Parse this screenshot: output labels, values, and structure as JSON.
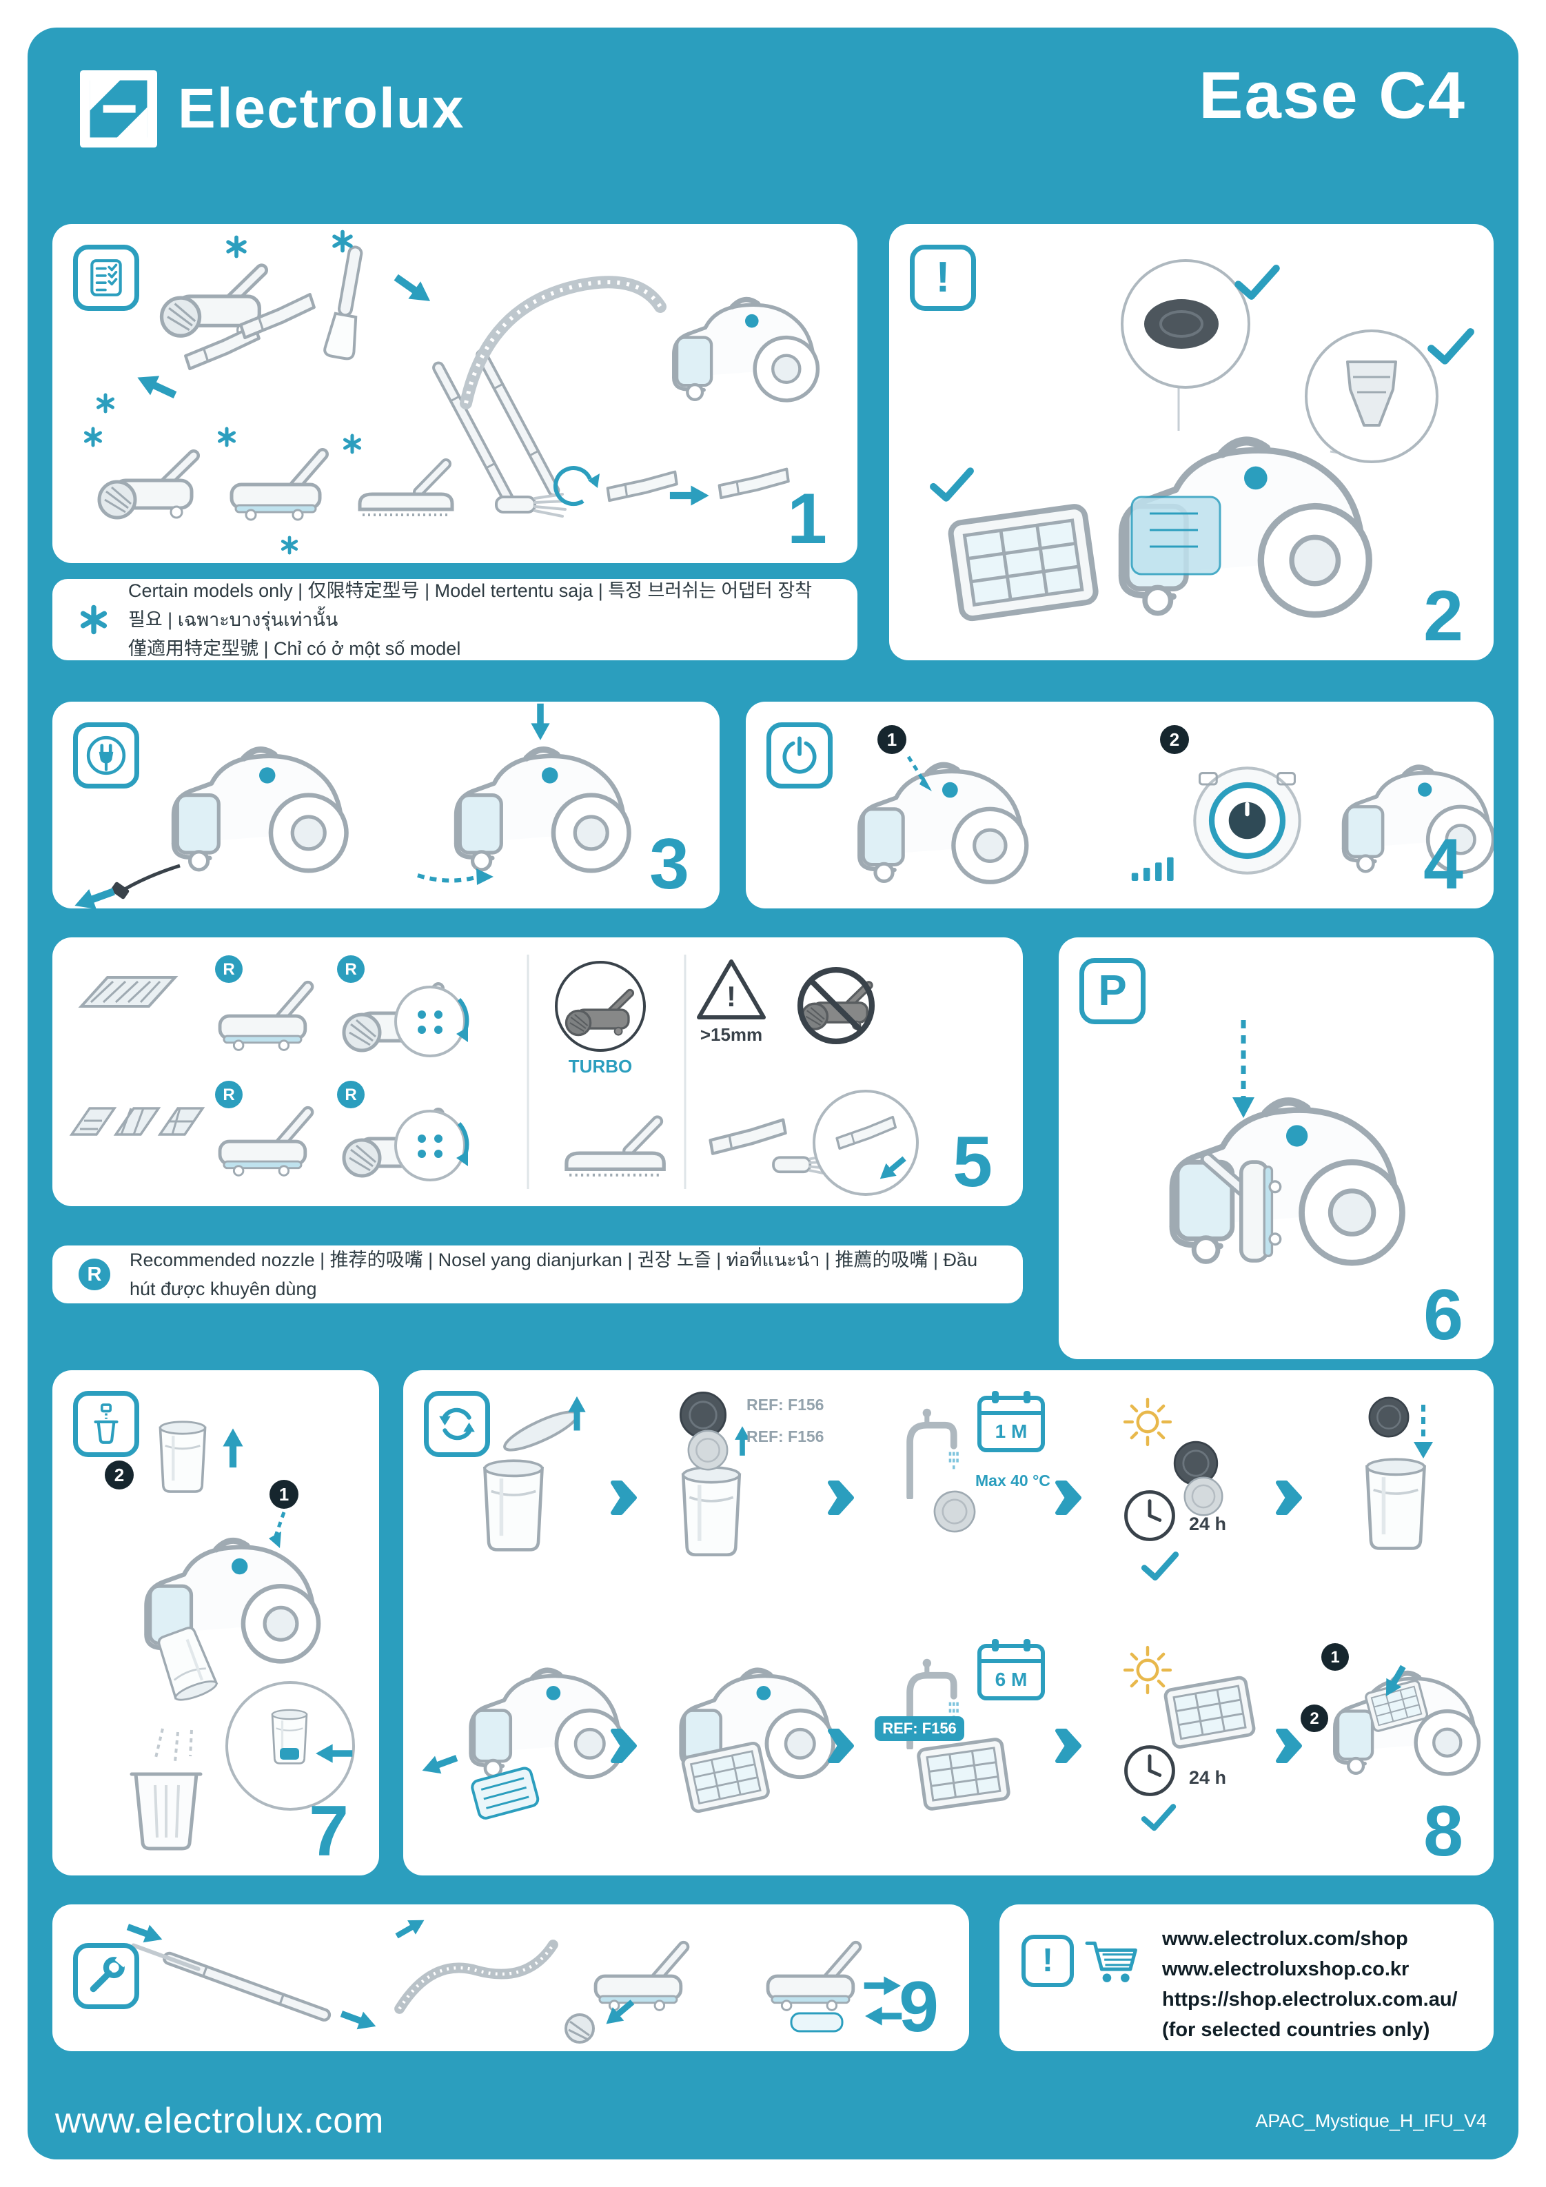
{
  "theme": {
    "background_teal": "#2B9EBE",
    "panel_white": "#FFFFFF",
    "illustration_gray": "#9FAAB2",
    "dark_ink": "#22333C",
    "sun_yellow": "#E8B84B"
  },
  "header": {
    "brand": "Electrolux",
    "model": "Ease C4"
  },
  "icons": {
    "asterisk": "✱",
    "exclamation": "!",
    "parking": "P",
    "recommended_badge": "R"
  },
  "notes": {
    "certain_models": {
      "line1": "Certain models only  |  仅限特定型号  |  Model tertentu saja  |  특정 브러쉬는 어댑터 장착 필요  |  เฉพาะบางรุ่นเท่านั้น",
      "line2": "僅適用特定型號  |  Chỉ có ở một số model"
    },
    "recommended_nozzle": "Recommended nozzle  |  推荐的吸嘴  |  Nosel yang dianjurkan  |  권장 노즐  |  ท่อที่แนะนำ  |  推薦的吸嘴  |  Đầu hút được khuyên dùng"
  },
  "panels": {
    "p1_assembly": {
      "number": "1"
    },
    "p2_filters": {
      "number": "2"
    },
    "p3_cord": {
      "number": "3"
    },
    "p4_power": {
      "number": "4",
      "step1": "1",
      "step2": "2"
    },
    "p5_nozzles": {
      "number": "5",
      "turbo_label": "TURBO",
      "pile_height": ">15mm",
      "warning_mark": "!"
    },
    "p6_parking": {
      "number": "6"
    },
    "p7_emptying": {
      "number": "7",
      "step1": "1",
      "step2": "2"
    },
    "p8_washing": {
      "number": "8",
      "filter_ref_a": "REF: F156",
      "filter_ref_b": "REF: F156",
      "filter_ref_c": "REF: F156",
      "wash_interval_foam": "1 M",
      "wash_interval_exhaust": "6 M",
      "max_temp": "Max 40 °C",
      "dry_time_foam": "24 h",
      "dry_time_exhaust": "24 h",
      "step1": "1",
      "step2": "2"
    },
    "p9_maintenance": {
      "number": "9"
    }
  },
  "shop": {
    "lines": [
      "www.electrolux.com/shop",
      "www.electroluxshop.co.kr",
      "https://shop.electrolux.com.au/",
      "(for selected countries only)"
    ]
  },
  "footer": {
    "website": "www.electrolux.com",
    "doc_code": "APAC_Mystique_H_IFU_V4"
  }
}
